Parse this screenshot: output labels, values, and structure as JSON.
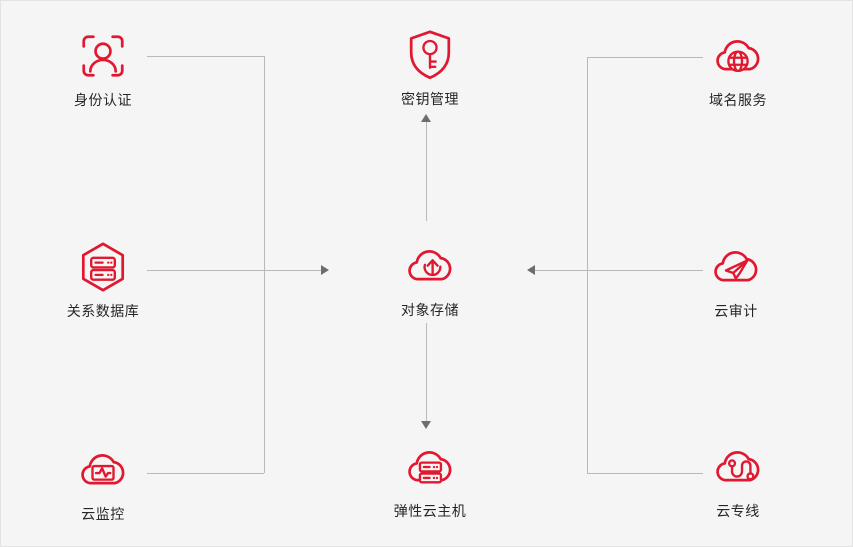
{
  "diagram": {
    "title": "cloud-services-architecture",
    "background_color": "#f5f5f6",
    "accent_color": "#e1182f",
    "connector_color": "#b9b9b9",
    "arrowhead_color": "#6e6e6e",
    "label_color": "#262626"
  },
  "nodes": [
    {
      "id": "identity-auth",
      "label": "身份认证",
      "icon": "face-scan-icon",
      "column": "left",
      "row": "top"
    },
    {
      "id": "relational-database",
      "label": "关系数据库",
      "icon": "hexagon-database-icon",
      "column": "left",
      "row": "middle"
    },
    {
      "id": "cloud-monitor",
      "label": "云监控",
      "icon": "cloud-monitor-icon",
      "column": "left",
      "row": "bottom"
    },
    {
      "id": "key-management",
      "label": "密钥管理",
      "icon": "shield-key-icon",
      "column": "center",
      "row": "top"
    },
    {
      "id": "object-storage",
      "label": "对象存储",
      "icon": "cloud-upload-icon",
      "column": "center",
      "row": "middle"
    },
    {
      "id": "elastic-cloud-server",
      "label": "弹性云主机",
      "icon": "cloud-server-icon",
      "column": "center",
      "row": "bottom"
    },
    {
      "id": "domain-name-service",
      "label": "域名服务",
      "icon": "cloud-globe-icon",
      "column": "right",
      "row": "top"
    },
    {
      "id": "cloud-audit",
      "label": "云审计",
      "icon": "cloud-paper-plane-icon",
      "column": "right",
      "row": "middle"
    },
    {
      "id": "cloud-direct-connect",
      "label": "云专线",
      "icon": "cloud-route-icon",
      "column": "right",
      "row": "bottom"
    }
  ],
  "connections": [
    {
      "from": "身份认证",
      "to": "对象存储",
      "arrow": "right"
    },
    {
      "from": "关系数据库",
      "to": "对象存储",
      "arrow": "right"
    },
    {
      "from": "云监控",
      "to": "对象存储",
      "arrow": "right"
    },
    {
      "from": "对象存储",
      "to": "密钥管理",
      "arrow": "up"
    },
    {
      "from": "对象存储",
      "to": "弹性云主机",
      "arrow": "down"
    },
    {
      "from": "域名服务",
      "to": "对象存储",
      "arrow": "left"
    },
    {
      "from": "云审计",
      "to": "对象存储",
      "arrow": "left"
    },
    {
      "from": "云专线",
      "to": "对象存储",
      "arrow": "left"
    }
  ]
}
